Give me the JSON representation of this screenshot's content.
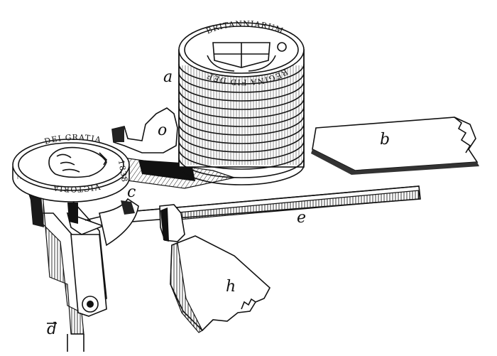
{
  "labels": {
    "a": "a",
    "b": "b",
    "c": "c",
    "d": "d",
    "e": "e",
    "h": "h",
    "o": "o"
  },
  "coin_stack_top": {
    "upper": "BRITANNIARUM",
    "lower": "REGINA FID DEF"
  },
  "coin_single": {
    "upper": "DEI GRATIA",
    "lower": "VICTORIA",
    "year": "1838"
  }
}
